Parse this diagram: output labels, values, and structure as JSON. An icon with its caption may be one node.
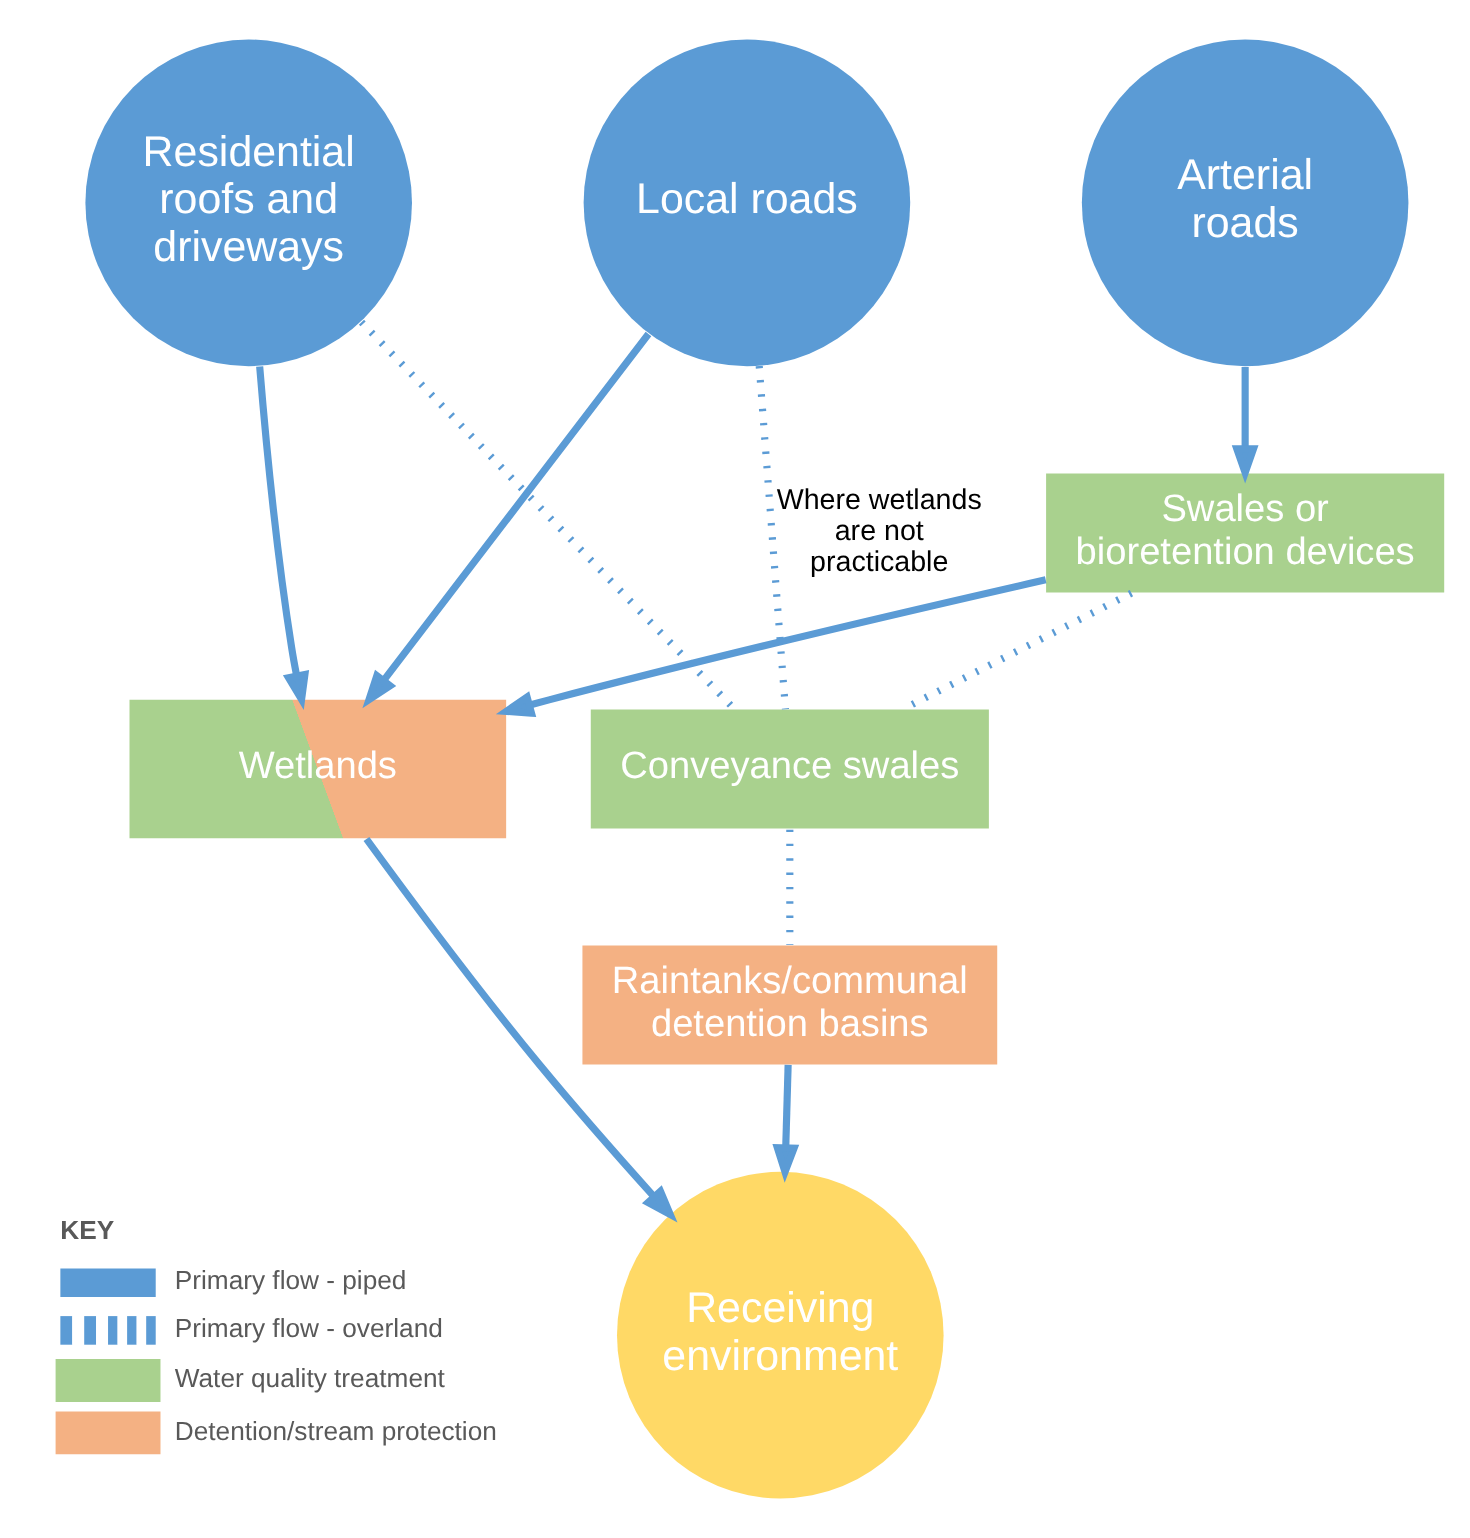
{
  "diagram": {
    "nodes": [
      {
        "text": [
          "Residential roofs and driveways"
        ]
      },
      {
        "text": [
          "Local roads"
        ]
      },
      {
        "text": [
          "Arterial roads"
        ]
      },
      {
        "text": [
          "Swales or bioretention devices"
        ]
      },
      {
        "text": [
          "Wetlands"
        ]
      },
      {
        "text": [
          "Conveyance swales"
        ]
      },
      {
        "text": [
          "Raintanks/communal detention basins"
        ]
      },
      {
        "text": [
          "Receiving environment"
        ]
      }
    ],
    "edges": [
      {
        "from": 2,
        "to": 3,
        "arrow": "to"
      },
      {
        "from": 0,
        "to": 4,
        "arrow": "to"
      },
      {
        "from": 1,
        "to": 4,
        "arrow": "to"
      },
      {
        "from": 3,
        "to": 4,
        "arrow": "to"
      },
      {
        "from": 0,
        "to": 5,
        "arrow": "none",
        "style": "dashed"
      },
      {
        "from": 1,
        "to": 5,
        "arrow": "none",
        "style": "dashed",
        "label": "Where wetlands are not practicable"
      },
      {
        "from": 3,
        "to": 5,
        "arrow": "none",
        "style": "dashed"
      },
      {
        "from": 5,
        "to": 6,
        "arrow": "none",
        "style": "dashed"
      },
      {
        "from": 4,
        "to": 7,
        "arrow": "to"
      },
      {
        "from": 6,
        "to": 7,
        "arrow": "to"
      }
    ],
    "labels": [
      "KEY"
    ],
    "legend": [
      {
        "text": "Primary flow - piped"
      },
      {
        "text": "Primary flow - overland"
      },
      {
        "text": "Water quality treatment",
        "color": "#a9d18e"
      },
      {
        "text": "Detention/stream protection",
        "color": "#f4b183"
      }
    ]
  }
}
